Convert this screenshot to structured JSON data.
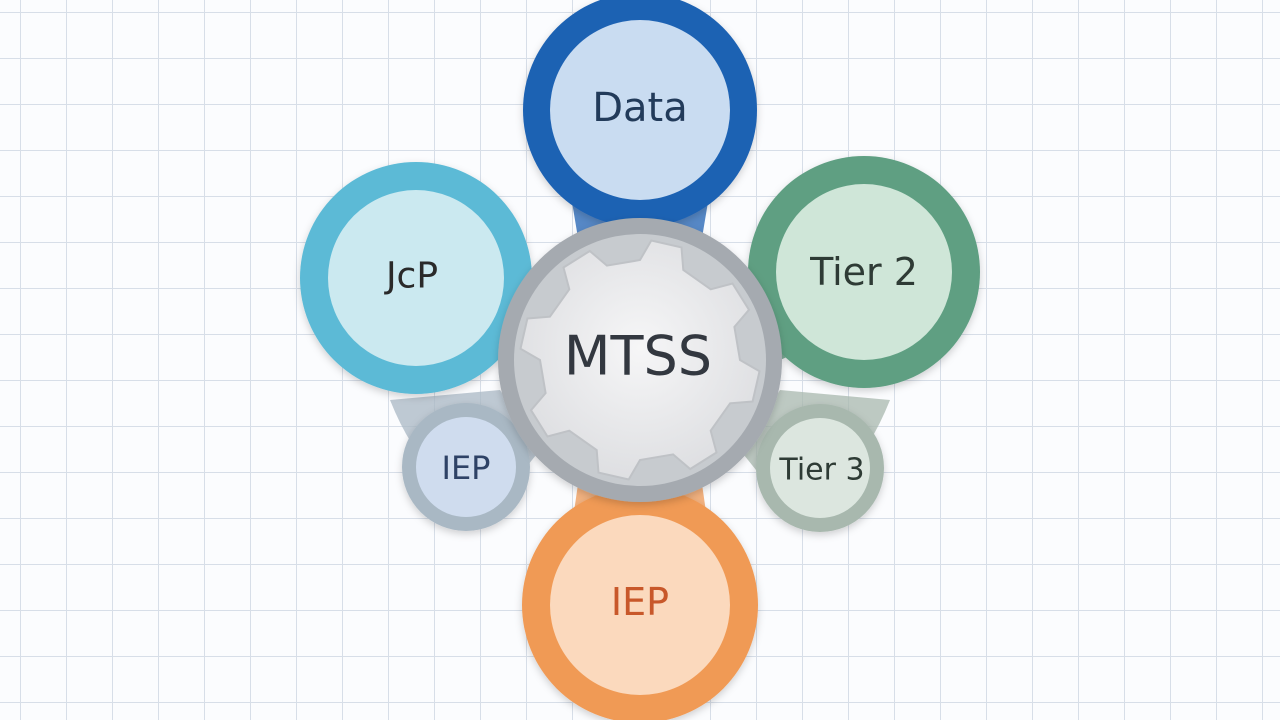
{
  "diagram": {
    "center": {
      "label": "MTSS"
    },
    "nodes": {
      "top": {
        "label": "Data",
        "ring_color": "#1f62b3",
        "fill_color": "#c9dcf1",
        "text_color": "#243a5a"
      },
      "left": {
        "label": "JcP",
        "ring_color": "#5bbad6",
        "fill_color": "#cbe9f0",
        "text_color": "#2a2a2a"
      },
      "right": {
        "label": "Tier 2",
        "ring_color": "#5f9f82",
        "fill_color": "#cfe6d8",
        "text_color": "#2f3b34"
      },
      "bottom_left": {
        "label": "IEP",
        "ring_color": "#a9b8c4",
        "fill_color": "#cfdcee",
        "text_color": "#2f4366"
      },
      "bottom_right": {
        "label": "Tier 3",
        "ring_color": "#a8b8ae",
        "fill_color": "#dce6df",
        "text_color": "#2f3b34"
      },
      "bottom": {
        "label": "IEP",
        "ring_color": "#f09a55",
        "fill_color": "#fbd9bd",
        "text_color": "#c8592a"
      }
    }
  }
}
